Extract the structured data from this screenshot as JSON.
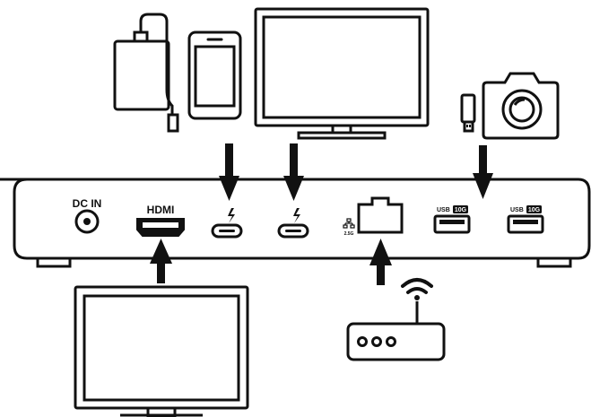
{
  "ports": {
    "dc_in": "DC IN",
    "hdmi": "HDMI",
    "ethernet_speed": "2.5G",
    "usb_a_1": {
      "prefix": "USB",
      "speed": "10G"
    },
    "usb_a_2": {
      "prefix": "USB",
      "speed": "10G"
    }
  },
  "devices": [
    "external-hard-drive",
    "smartphone",
    "monitor",
    "usb-flash-drive",
    "camera",
    "monitor",
    "wifi-router"
  ],
  "colors": {
    "stroke": "#111111",
    "fill": "#ffffff",
    "arrow": "#111111"
  }
}
